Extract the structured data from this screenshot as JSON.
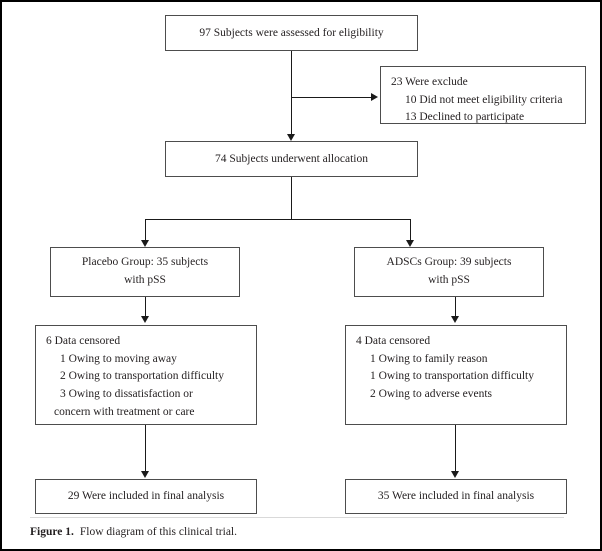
{
  "figure": {
    "caption_label": "Figure 1.",
    "caption_text": "Flow diagram of this clinical trial."
  },
  "colors": {
    "box_border": "#4d4d4d",
    "connector": "#1a1a1a",
    "text": "#231f20",
    "page_border": "#000000"
  },
  "nodes": {
    "assessed": {
      "text": "97 Subjects were assessed for eligibility"
    },
    "excluded": {
      "heading": "23 Were exclude",
      "reasons": [
        "10 Did not meet eligibility criteria",
        "13 Declined to participate"
      ]
    },
    "allocation": {
      "text": "74 Subjects underwent allocation"
    },
    "placebo_group": {
      "line1": "Placebo Group: 35 subjects",
      "line2": "with pSS"
    },
    "adscs_group": {
      "line1": "ADSCs Group: 39 subjects",
      "line2": "with pSS"
    },
    "placebo_censored": {
      "heading": "6 Data censored",
      "reasons": [
        "1 Owing to moving away",
        "2 Owing to transportation difficulty"
      ],
      "reason3_line1": "3   Owing   to   dissatisfaction   or",
      "reason3_line2": "concern with treatment or care"
    },
    "adscs_censored": {
      "heading": "4 Data censored",
      "reasons": [
        "1 Owing to family reason",
        "1 Owing to transportation difficulty",
        "2 Owing to adverse events"
      ]
    },
    "placebo_final": {
      "text": "29 Were included in final analysis"
    },
    "adscs_final": {
      "text": "35 Were included in final analysis"
    }
  }
}
